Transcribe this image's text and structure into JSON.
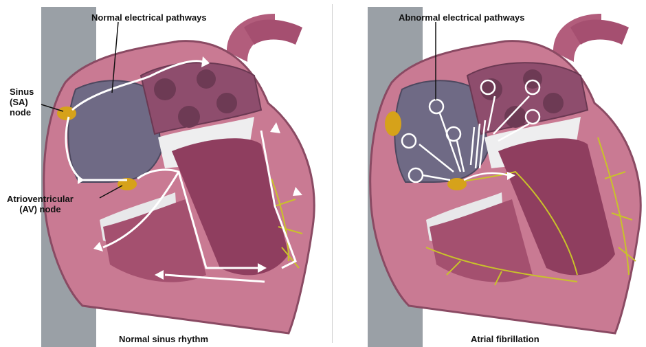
{
  "left": {
    "title": "Normal electrical pathways",
    "sa_label": [
      "Sinus",
      "(SA)",
      "node"
    ],
    "av_label": [
      "Atrioventricular",
      "(AV) node"
    ],
    "caption": "Normal sinus rhythm"
  },
  "right": {
    "title": "Abnormal electrical pathways",
    "caption": "Atrial fibrillation"
  },
  "colors": {
    "heart": "#c97a93",
    "heart_dark": "#8a4a63",
    "atrium": "#6f6a85",
    "vessel": "#9aa0a6",
    "node": "#d6a21a",
    "nerve": "#c9c22a",
    "pathway": "#ffffff"
  }
}
